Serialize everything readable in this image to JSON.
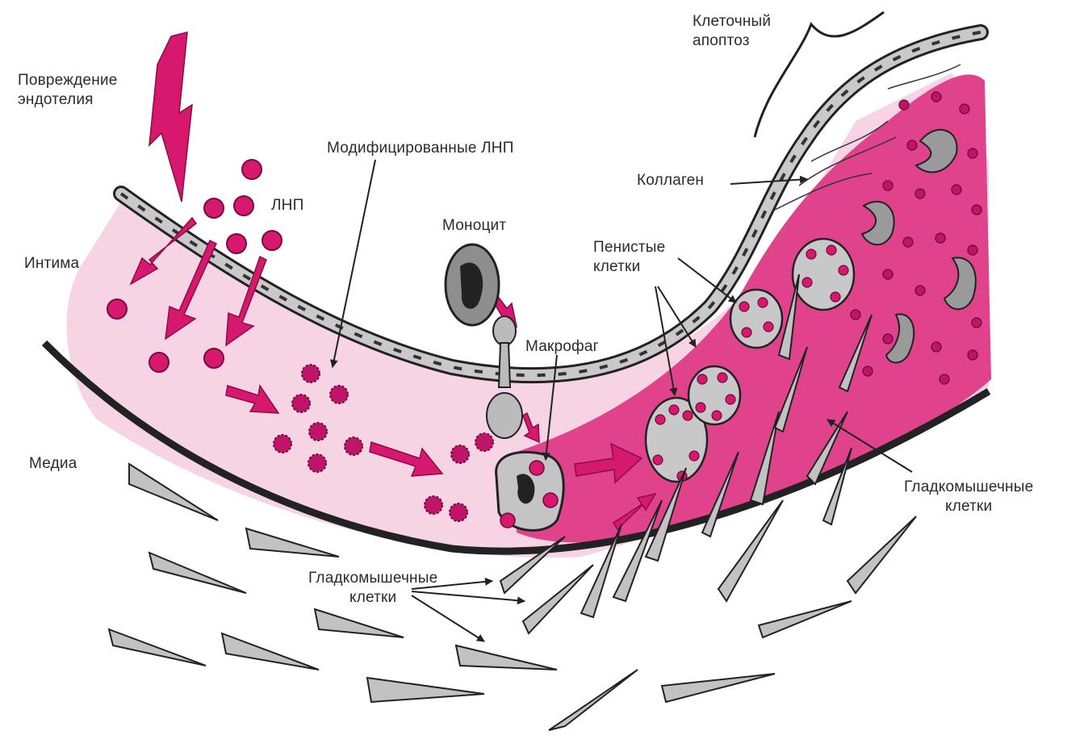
{
  "labels": {
    "endothelium_damage": {
      "line1": "Повреждение",
      "line2": "эндотелия"
    },
    "ldl": "ЛНП",
    "intima": "Интима",
    "media": "Медиа",
    "modified_ldl": "Модифицированные ЛНП",
    "monocyte": "Моноцит",
    "macrophage": "Макрофаг",
    "foam_cells": {
      "line1": "Пенистые",
      "line2": "клетки"
    },
    "collagen": "Коллаген",
    "apoptosis": {
      "line1": "Клеточный",
      "line2": "апоптоз"
    },
    "smc_right": {
      "line1": "Гладкомышечные",
      "line2": "клетки"
    },
    "smc_bottom": {
      "line1": "Гладкомышечные",
      "line2": "клетки"
    }
  },
  "colors": {
    "magenta": "#d6186e",
    "plaque_pink": "#e0428c",
    "intima_pink": "#f4c6d9",
    "cell_gray": "#bdbdbd",
    "nucleus": "#2b2b2b",
    "line": "#222222"
  }
}
